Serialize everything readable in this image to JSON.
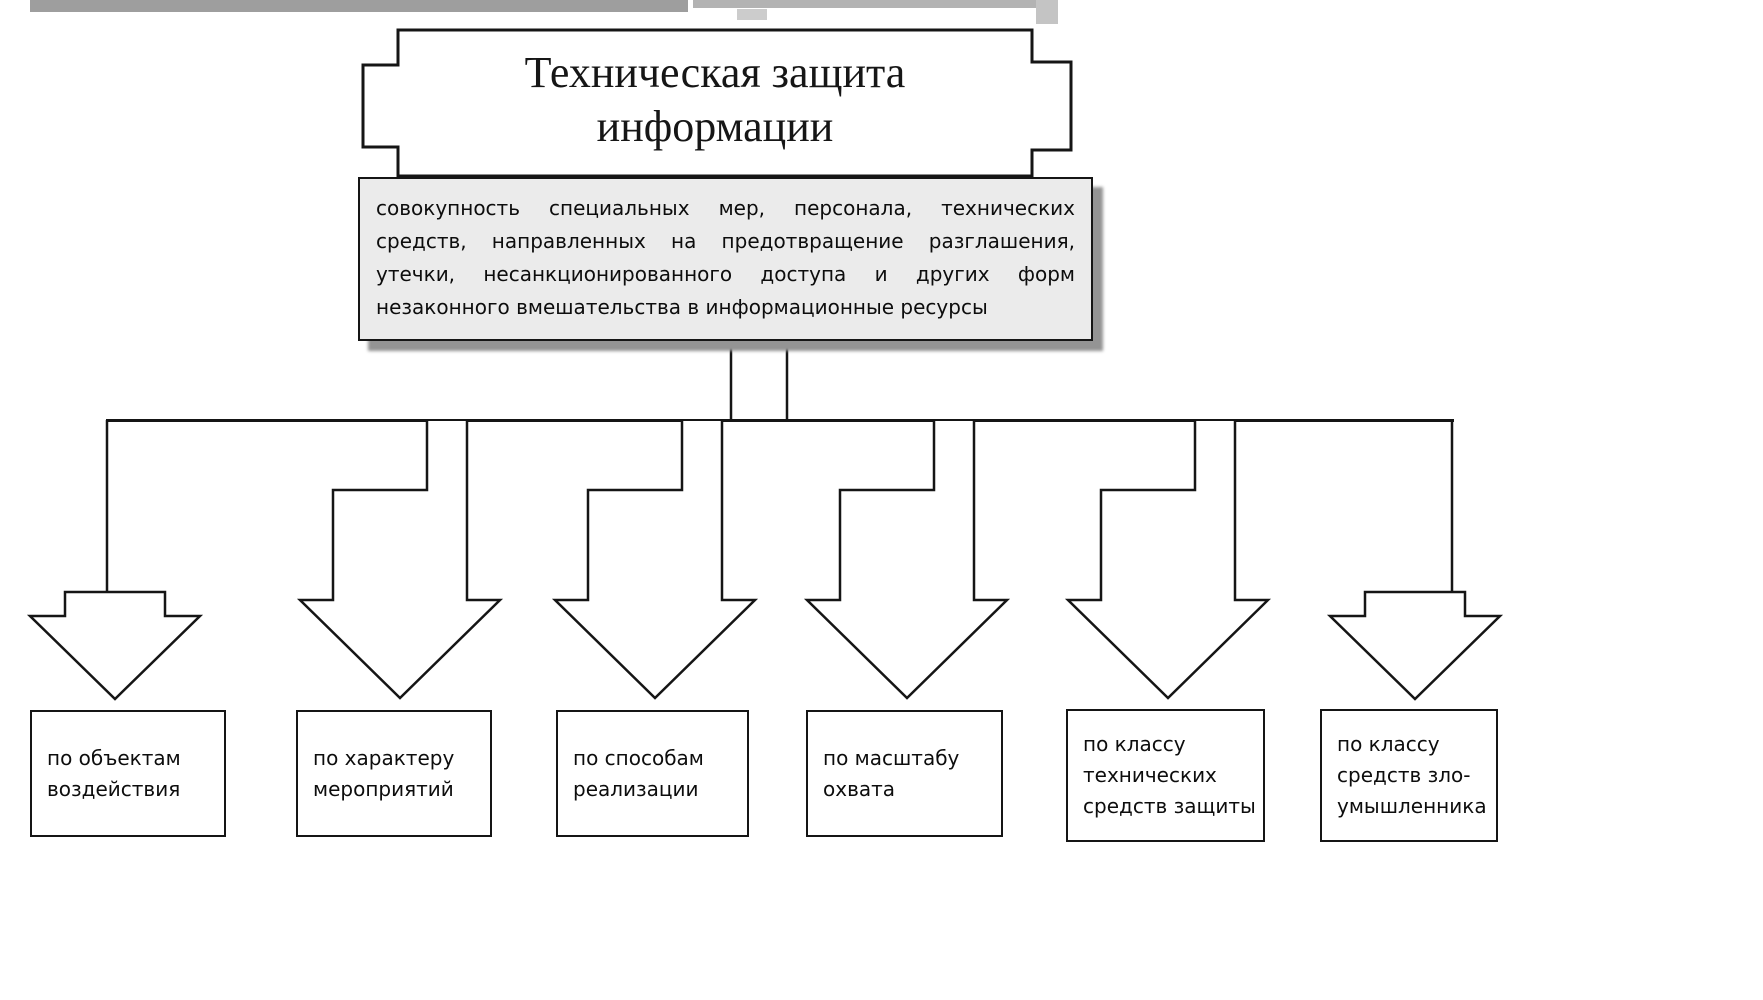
{
  "diagram": {
    "title": {
      "lines": [
        "Техническая защита",
        "информации"
      ]
    },
    "definition": {
      "lines": [
        "совокупность специальных мер, персонала, технических",
        "средств, направленных на предотвращение разглашения,",
        "утечки, несанкционированного доступа и других форм",
        "незаконного вмешательства в информационные ресурсы"
      ]
    },
    "categories": [
      {
        "label": "по объектам\nвоздействия"
      },
      {
        "label": "по характеру\nмероприятий"
      },
      {
        "label": "по способам\nреализации"
      },
      {
        "label": "по масштабу\nохвата"
      },
      {
        "label": "по классу\nтехнических\nсредств защиты"
      },
      {
        "label": "по классу\nсредств зло-\nумышленника"
      }
    ],
    "colors": {
      "line": "#151515",
      "definition_background": "#ebebeb",
      "shadow": "#949494",
      "background": "#ffffff"
    }
  }
}
